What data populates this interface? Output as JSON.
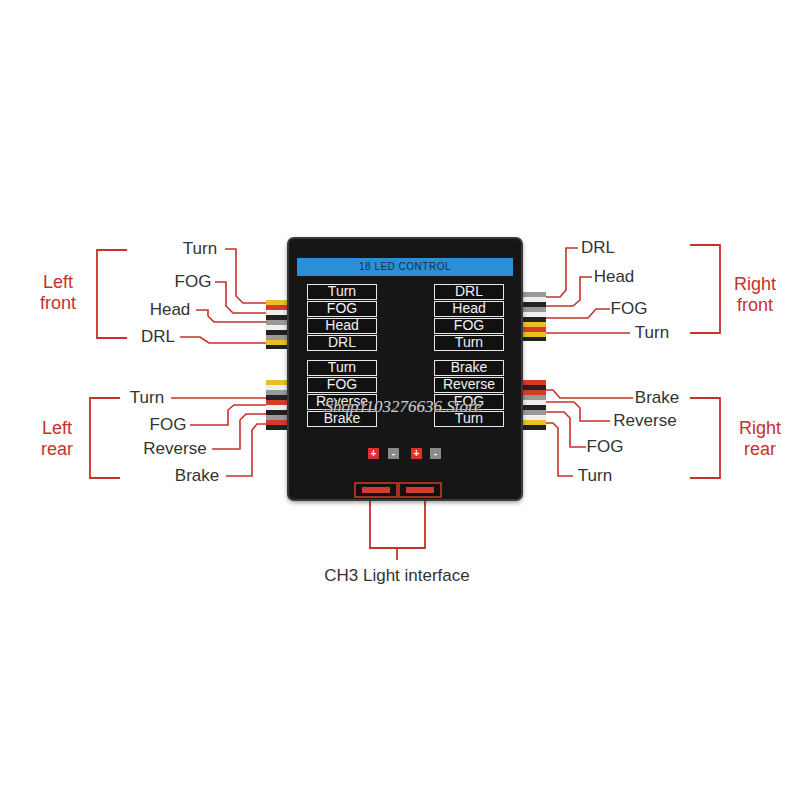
{
  "diagram": {
    "nodes": [
      {
        "text": [
          "18 LED CONTROL"
        ]
      },
      {
        "text": [
          "Turn"
        ],
        "in": 0
      },
      {
        "text": [
          "DRL"
        ],
        "in": 0
      },
      {
        "text": [
          "FOG"
        ],
        "in": 0
      },
      {
        "text": [
          "Head"
        ],
        "in": 0
      },
      {
        "text": [
          "Head"
        ],
        "in": 0
      },
      {
        "text": [
          "FOG"
        ],
        "in": 0
      },
      {
        "text": [
          "DRL"
        ],
        "in": 0
      },
      {
        "text": [
          "Turn"
        ],
        "in": 0
      },
      {
        "text": [
          "Turn"
        ],
        "in": 0
      },
      {
        "text": [
          "Brake"
        ],
        "in": 0
      },
      {
        "text": [
          "FOG"
        ],
        "in": 0
      },
      {
        "text": [
          "Reverse"
        ],
        "in": 0
      },
      {
        "text": [
          "Reverse"
        ],
        "in": 0
      },
      {
        "text": [
          "FOG"
        ],
        "in": 0
      },
      {
        "text": [
          "Brake"
        ],
        "in": 0
      },
      {
        "text": [
          "Turn"
        ],
        "in": 0
      },
      {
        "text": [
          "+"
        ],
        "in": 0
      },
      {
        "text": [
          "-"
        ],
        "in": 0
      },
      {
        "text": [
          "+"
        ],
        "in": 0
      },
      {
        "text": [
          "-"
        ],
        "in": 0
      }
    ],
    "labels": [
      "Left front",
      "Turn",
      "FOG",
      "Head",
      "DRL",
      "Left rear",
      "Turn",
      "FOG",
      "Reverse",
      "Brake",
      "Right front",
      "DRL",
      "Head",
      "FOG",
      "Turn",
      "Right rear",
      "Brake",
      "Reverse",
      "FOG",
      "Turn",
      "CH3 Light interface",
      "Shop1103276636 Store"
    ]
  }
}
